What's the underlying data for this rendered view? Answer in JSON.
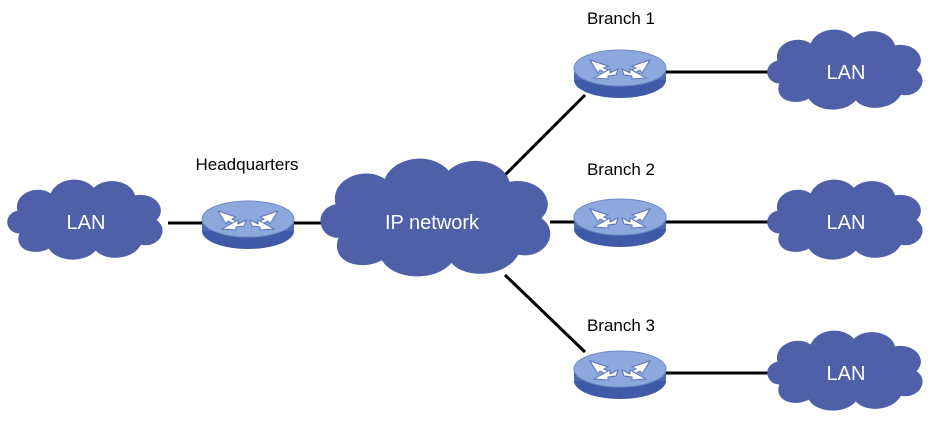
{
  "colors": {
    "cloud_fill": "#4f5fa8",
    "router_top": "#8da8dc",
    "router_side": "#4f6bb5",
    "line": "#000000"
  },
  "nodes": {
    "headquarters": {
      "label": "Headquarters",
      "icon": "router-icon"
    },
    "ip_network": {
      "label": "IP network",
      "icon": "cloud-icon"
    },
    "hq_lan": {
      "label": "LAN",
      "icon": "cloud-icon"
    },
    "branch1": {
      "label": "Branch 1",
      "icon": "router-icon"
    },
    "branch2": {
      "label": "Branch 2",
      "icon": "router-icon"
    },
    "branch3": {
      "label": "Branch 3",
      "icon": "router-icon"
    },
    "branch1_lan": {
      "label": "LAN",
      "icon": "cloud-icon"
    },
    "branch2_lan": {
      "label": "LAN",
      "icon": "cloud-icon"
    },
    "branch3_lan": {
      "label": "LAN",
      "icon": "cloud-icon"
    }
  }
}
